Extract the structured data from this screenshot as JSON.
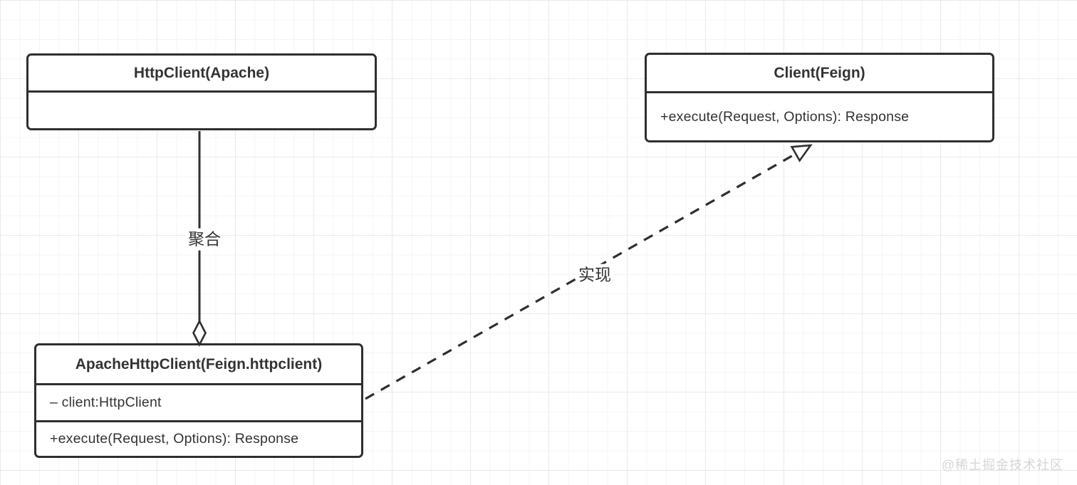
{
  "colors": {
    "stroke": "#2f2f2f",
    "text": "#333333",
    "background": "#ffffff",
    "grid_minor": "#f4f4f4",
    "grid_major": "#eaeaea",
    "watermark": "#d6d6d6"
  },
  "diagram": {
    "type": "uml-class-diagram",
    "classes": [
      {
        "name": "HttpClient(Apache)",
        "fields": [],
        "methods": []
      },
      {
        "name": "Client(Feign)",
        "fields": [],
        "methods": [
          "+execute(Request, Options): Response"
        ]
      },
      {
        "name": "ApacheHttpClient(Feign.httpclient)",
        "fields": [
          "– client:HttpClient"
        ],
        "methods": [
          "+execute(Request, Options): Response"
        ]
      }
    ],
    "relationships": [
      {
        "type": "aggregation",
        "label": "聚合",
        "from": "HttpClient(Apache)",
        "to": "ApacheHttpClient(Feign.httpclient)"
      },
      {
        "type": "realization",
        "label": "实现",
        "from": "ApacheHttpClient(Feign.httpclient)",
        "to": "Client(Feign)"
      }
    ]
  },
  "watermark": "@稀土掘金技术社区"
}
